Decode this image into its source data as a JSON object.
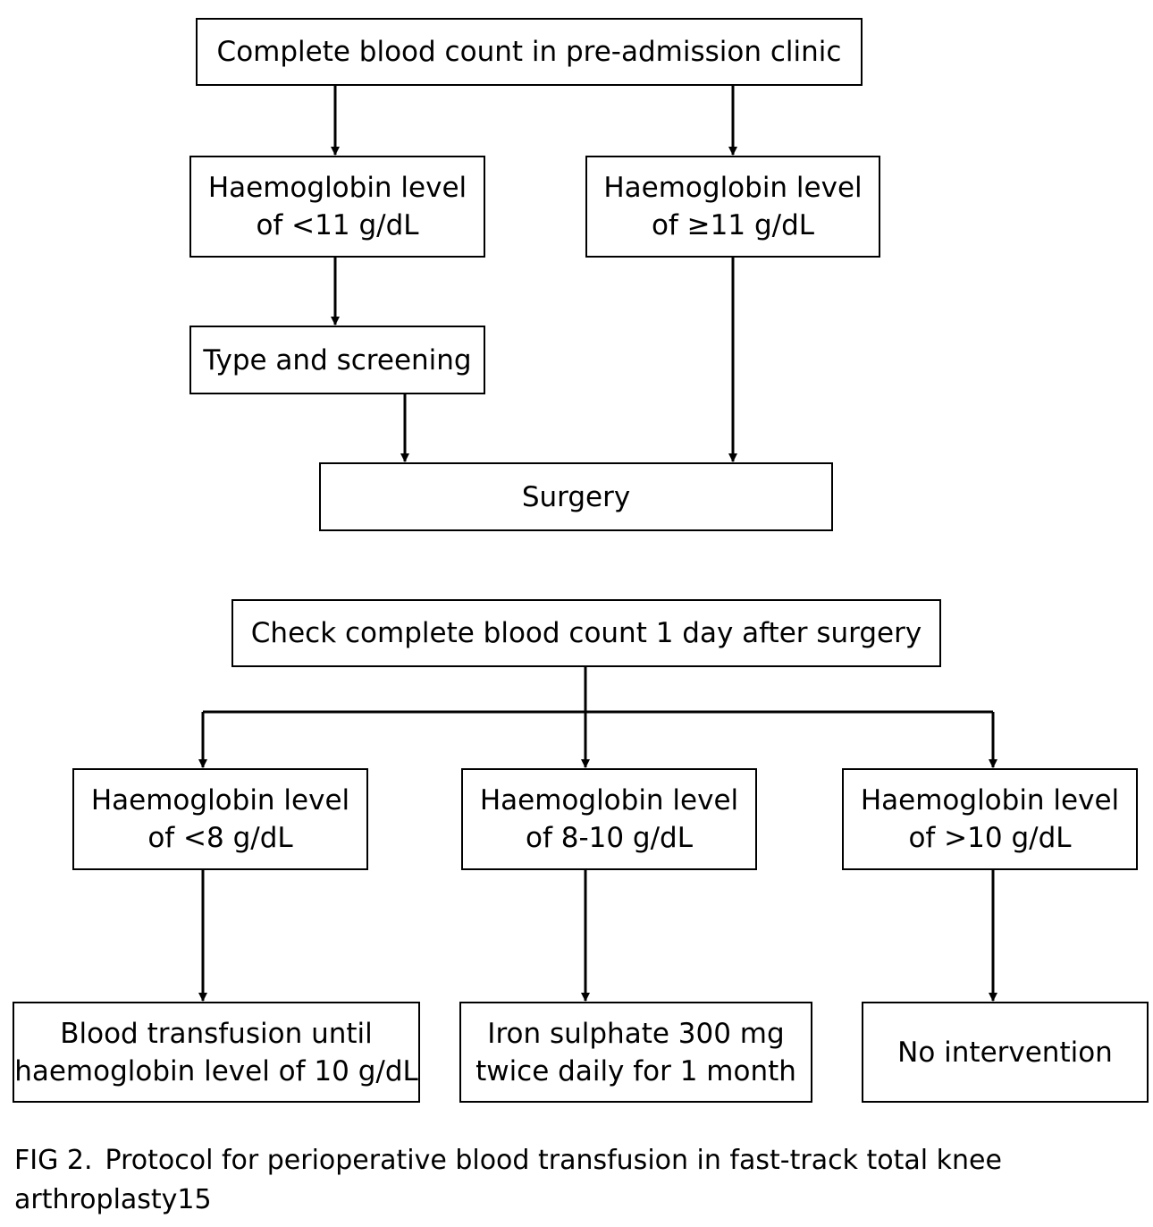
{
  "flowchart": {
    "preop": {
      "start": "Complete blood count in pre-admission clinic",
      "hb_low": "Haemoglobin level\nof <11 g/dL",
      "hb_normal": "Haemoglobin level\nof ≥11 g/dL",
      "type_screen": "Type and screening",
      "surgery": "Surgery"
    },
    "postop": {
      "check": "Check complete blood count 1 day after surgery",
      "hb_lt8": "Haemoglobin level\nof <8 g/dL",
      "hb_8_10": "Haemoglobin level\nof 8-10 g/dL",
      "hb_gt10": "Haemoglobin level\nof >10 g/dL",
      "transfusion": "Blood transfusion until\nhaemoglobin level of 10 g/dL",
      "iron": "Iron sulphate 300 mg\ntwice daily for 1 month",
      "no_intervention": "No intervention"
    }
  },
  "caption": {
    "label": "FIG 2.",
    "text": "Protocol for perioperative blood transfusion in fast-track total knee arthroplasty15"
  }
}
